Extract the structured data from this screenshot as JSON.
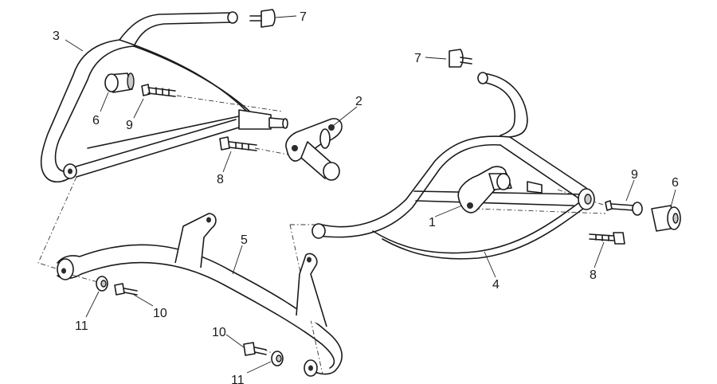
{
  "callouts": [
    {
      "id": "c7a",
      "text": "7"
    },
    {
      "id": "c3",
      "text": "3"
    },
    {
      "id": "c6a",
      "text": "6"
    },
    {
      "id": "c9a",
      "text": "9"
    },
    {
      "id": "c2",
      "text": "2"
    },
    {
      "id": "c8a",
      "text": "8"
    },
    {
      "id": "c7b",
      "text": "7"
    },
    {
      "id": "c9b",
      "text": "9"
    },
    {
      "id": "c6b",
      "text": "6"
    },
    {
      "id": "c1",
      "text": "1"
    },
    {
      "id": "c4",
      "text": "4"
    },
    {
      "id": "c8b",
      "text": "8"
    },
    {
      "id": "c5",
      "text": "5"
    },
    {
      "id": "c10a",
      "text": "10"
    },
    {
      "id": "c11a",
      "text": "11"
    },
    {
      "id": "c10b",
      "text": "10"
    },
    {
      "id": "c11b",
      "text": "11"
    }
  ]
}
